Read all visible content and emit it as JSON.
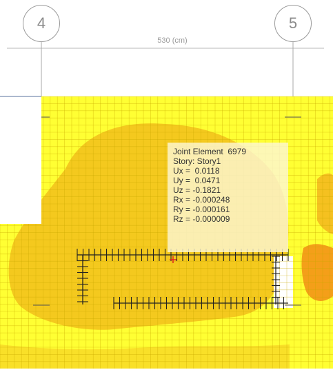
{
  "grid_bubbles": {
    "left": "4",
    "right": "5"
  },
  "dimension_label": "530 (cm)",
  "tooltip": {
    "lines": [
      "Joint Element  6979",
      "Story: Story1",
      "Ux =  0.0118",
      "Uy =  0.0471",
      "Uz = -0.1821",
      "Rx = -0.000248",
      "Ry = -0.000161",
      "Rz = -0.000009"
    ]
  },
  "colors": {
    "mesh_yellow": "#ffff33",
    "contour_gold": "#f3c41c",
    "contour_orange": "#f39a18",
    "mesh_line": "#c9a800",
    "support": "#222222",
    "bubble_border": "#9a9a9a"
  }
}
